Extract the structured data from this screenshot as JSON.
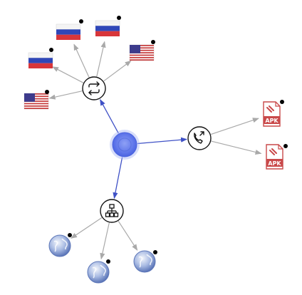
{
  "colors": {
    "hub_edge": "#3f51c6",
    "leaf_edge": "#a9a9a9",
    "hub_fill": "#6f86f0",
    "apk_red": "#c9494a",
    "globe_blue": "#6c86c4",
    "badge": "#000000"
  },
  "nodes": [
    {
      "id": "center",
      "kind": "hub",
      "icon": "hub-icon"
    },
    {
      "id": "swap",
      "kind": "connector",
      "icon": "swap-arrows-icon"
    },
    {
      "id": "phone",
      "kind": "connector",
      "icon": "phone-icon"
    },
    {
      "id": "network",
      "kind": "connector",
      "icon": "network-tree-icon"
    },
    {
      "id": "flag-us-left",
      "kind": "leaf",
      "icon": "us-flag-icon"
    },
    {
      "id": "flag-ru-left",
      "kind": "leaf",
      "icon": "russia-flag-icon"
    },
    {
      "id": "flag-ru-top",
      "kind": "leaf",
      "icon": "russia-flag-icon"
    },
    {
      "id": "flag-ru-top-right",
      "kind": "leaf",
      "icon": "russia-flag-icon"
    },
    {
      "id": "flag-us-right",
      "kind": "leaf",
      "icon": "us-flag-icon"
    },
    {
      "id": "apk-top",
      "kind": "leaf",
      "icon": "apk-file-icon",
      "label": "APK"
    },
    {
      "id": "apk-bottom",
      "kind": "leaf",
      "icon": "apk-file-icon",
      "label": "APK"
    },
    {
      "id": "globe-left",
      "kind": "leaf",
      "icon": "globe-icon"
    },
    {
      "id": "globe-bottom",
      "kind": "leaf",
      "icon": "globe-icon"
    },
    {
      "id": "globe-right",
      "kind": "leaf",
      "icon": "globe-icon"
    }
  ],
  "edges": [
    {
      "from": "center",
      "to": "swap",
      "style": "hub"
    },
    {
      "from": "center",
      "to": "phone",
      "style": "hub"
    },
    {
      "from": "center",
      "to": "network",
      "style": "hub"
    },
    {
      "from": "swap",
      "to": "flag-us-left",
      "style": "leaf"
    },
    {
      "from": "swap",
      "to": "flag-ru-left",
      "style": "leaf"
    },
    {
      "from": "swap",
      "to": "flag-ru-top",
      "style": "leaf"
    },
    {
      "from": "swap",
      "to": "flag-ru-top-right",
      "style": "leaf"
    },
    {
      "from": "swap",
      "to": "flag-us-right",
      "style": "leaf"
    },
    {
      "from": "phone",
      "to": "apk-top",
      "style": "leaf"
    },
    {
      "from": "phone",
      "to": "apk-bottom",
      "style": "leaf"
    },
    {
      "from": "network",
      "to": "globe-left",
      "style": "leaf"
    },
    {
      "from": "network",
      "to": "globe-bottom",
      "style": "leaf"
    },
    {
      "from": "network",
      "to": "globe-right",
      "style": "leaf"
    }
  ]
}
